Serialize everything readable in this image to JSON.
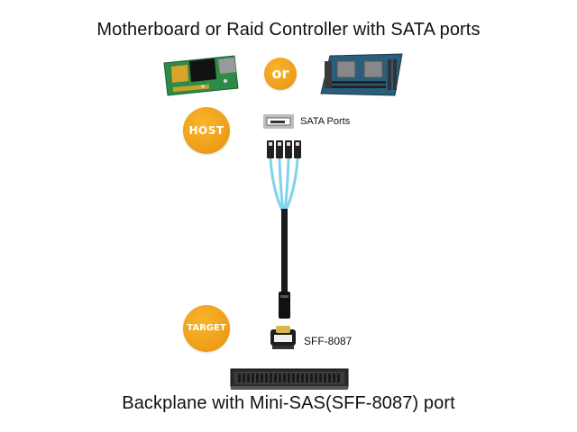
{
  "top_title": "Motherboard or Raid Controller with SATA ports",
  "or_label": "or",
  "host_label": "HOST",
  "sata_ports_label": "SATA Ports",
  "target_label": "TARGET",
  "sff_label": "SFF-8087",
  "bottom_title": "Backplane with Mini-SAS(SFF-8087) port",
  "colors": {
    "badge_orange": "#f0a01a",
    "pcb_green": "#1f7a3a",
    "cable_blue": "#7fd3ea",
    "cable_black": "#1a1a1a"
  }
}
